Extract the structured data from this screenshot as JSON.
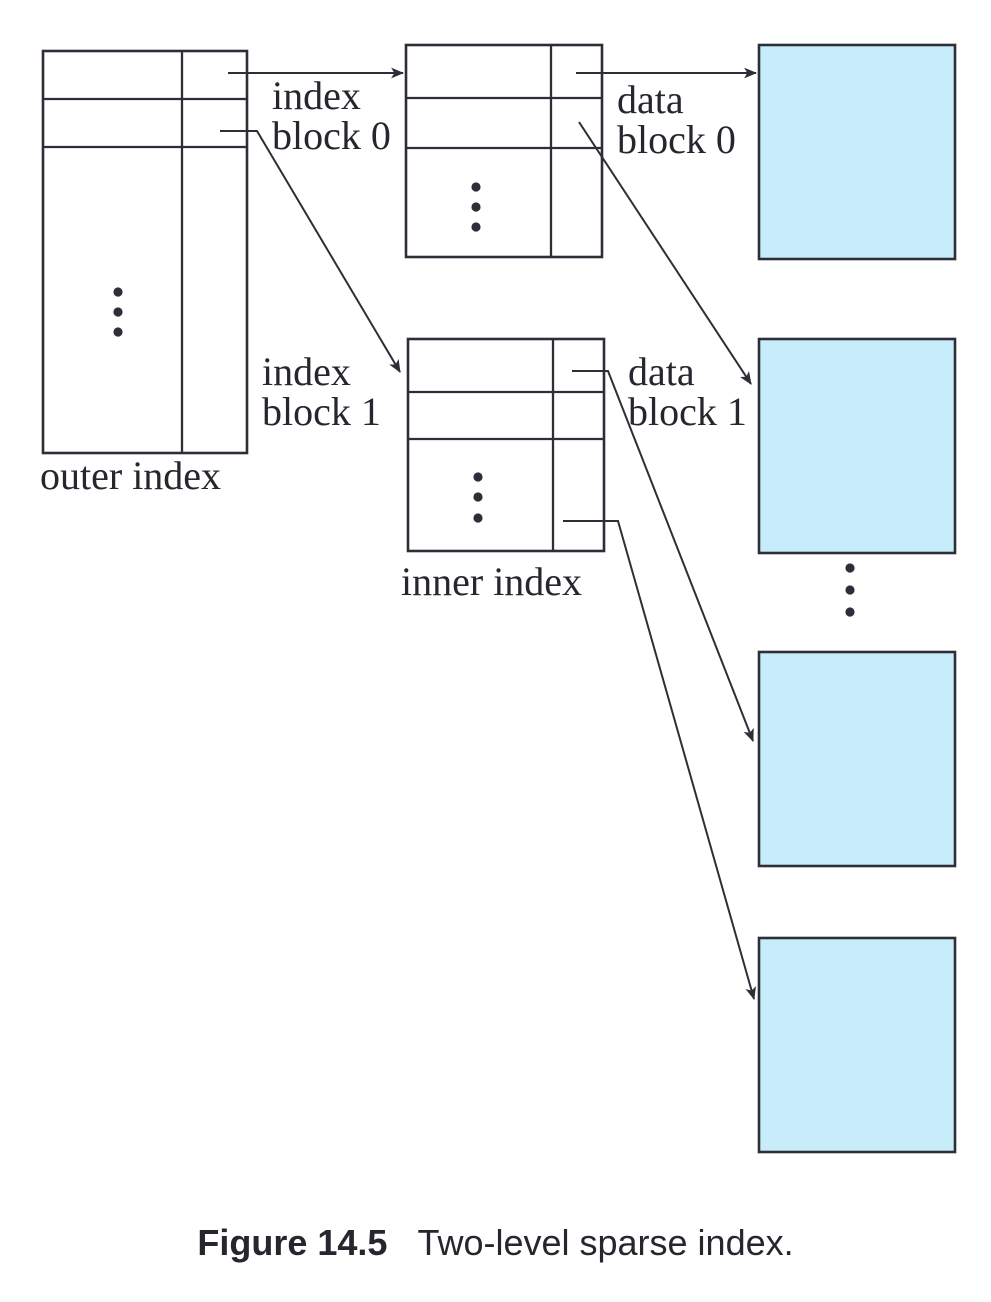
{
  "figure": {
    "caption_label": "Figure 14.5",
    "caption_text": "Two-level sparse index."
  },
  "labels": {
    "outer_index": "outer index",
    "inner_index": "inner index",
    "index_block_0": {
      "line1": "index",
      "line2": "block 0"
    },
    "index_block_1": {
      "line1": "index",
      "line2": "block 1"
    },
    "data_block_0": {
      "line1": "data",
      "line2": "block 0"
    },
    "data_block_1": {
      "line1": "data",
      "line2": "block 1"
    }
  },
  "colors": {
    "data_block_fill": "#c8edfa",
    "line": "#2e2e38",
    "text": "#26262e",
    "background": "#ffffff"
  }
}
